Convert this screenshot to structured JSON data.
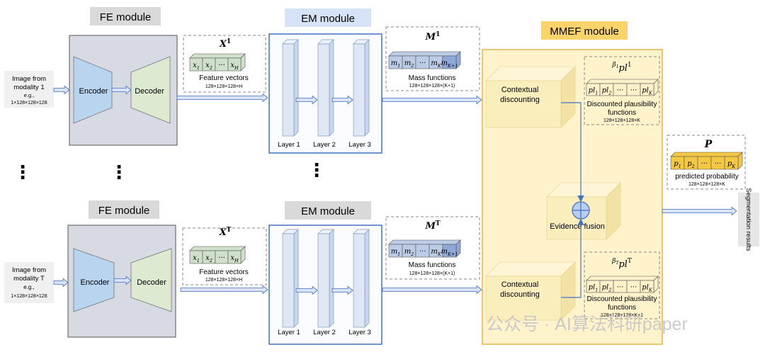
{
  "modules": {
    "fe_label": "FE module",
    "em_label": "EM module",
    "mmef_label": "MMEF module"
  },
  "branches": [
    {
      "input_title_1": "Image from",
      "input_title_2": "modality 1",
      "input_eg": "e.g.,",
      "input_dims": "1×128×128×128",
      "encoder": "Encoder",
      "decoder": "Decoder",
      "feature_symbol": "X",
      "feature_sup": "1",
      "feature_cells": [
        "x",
        "x",
        "···",
        "x"
      ],
      "feature_subs": [
        "1",
        "2",
        "",
        "H"
      ],
      "feature_caption": "Feature vectors",
      "feature_dims": "128×128×128×H",
      "layers": [
        "Layer 1",
        "Layer 2",
        "Layer 3"
      ],
      "mass_symbol": "M",
      "mass_sup": "1",
      "mass_cells": [
        "m",
        "m",
        "···",
        "m",
        "m"
      ],
      "mass_subs": [
        "1",
        "2",
        "",
        "K",
        "K+1"
      ],
      "mass_caption": "Mass functions",
      "mass_dims": "128×128×128×(K+1)",
      "ctx_line1": "Contextual",
      "ctx_line2": "discounting",
      "pl_symbol_pre": "β",
      "pl_symbol_pre_sub": "1",
      "pl_symbol": "pl",
      "pl_sup": "1",
      "pl_cells": [
        "pl",
        "pl",
        "···",
        "···",
        "pl"
      ],
      "pl_subs": [
        "1",
        "2",
        "",
        "",
        "K"
      ],
      "pl_caption_1": "Discounted plausibility",
      "pl_caption_2": "functions",
      "pl_dims": "128×128×128×K"
    },
    {
      "input_title_1": "Image from",
      "input_title_2": "modality T",
      "input_eg": "e.g.,",
      "input_dims": "1×128×128×128",
      "encoder": "Encoder",
      "decoder": "Decoder",
      "feature_symbol": "X",
      "feature_sup": "T",
      "feature_cells": [
        "x",
        "x",
        "···",
        "x"
      ],
      "feature_subs": [
        "1",
        "2",
        "",
        "H"
      ],
      "feature_caption": "Feature vectors",
      "feature_dims": "128×128×128×H",
      "layers": [
        "Layer 1",
        "Layer 2",
        "Layer 3"
      ],
      "mass_symbol": "M",
      "mass_sup": "T",
      "mass_cells": [
        "m",
        "m",
        "···",
        "m",
        "m"
      ],
      "mass_subs": [
        "1",
        "2",
        "",
        "K",
        "K+1"
      ],
      "mass_caption": "Mass functions",
      "mass_dims": "128×128×128×(K+1)",
      "ctx_line1": "Contextual",
      "ctx_line2": "discounting",
      "pl_symbol_pre": "β",
      "pl_symbol_pre_sub": "T",
      "pl_symbol": "pl",
      "pl_sup": "T",
      "pl_cells": [
        "pl",
        "pl",
        "···",
        "···",
        "pl"
      ],
      "pl_subs": [
        "1",
        "2",
        "",
        "",
        "K"
      ],
      "pl_caption_1": "Discounted plausibility",
      "pl_caption_2": "functions",
      "pl_dims": "128×128×128×K+1"
    }
  ],
  "fusion_label": "Evidence fusion",
  "probability": {
    "symbol": "P",
    "cells": [
      "p",
      "p",
      "···",
      "···",
      "p"
    ],
    "subs": [
      "1",
      "2",
      "",
      "",
      "K"
    ],
    "caption": "predicted probability",
    "dims": "128×128×128×K"
  },
  "output_label": "Segmentation results",
  "ellipsis": "⋮",
  "watermark": "公众号 · AI算法科研paper",
  "colors": {
    "fe_bg": "#d7dae3",
    "encoder": "#b8d4ef",
    "decoder": "#dde9d0",
    "em_border": "#4472c4",
    "em_header": "#d6e2f5",
    "layer": "#dfe7f4",
    "feature_cell": "#cfe0cb",
    "mass_cell": "#bccbe6",
    "mass_cell_last": "#8ea8d8",
    "mmef_bg": "#fff3cc",
    "mmef_border": "#e2b64a",
    "mmef_header": "#fbd36b",
    "cube": "#fbeebd",
    "pl_cell": "#fdf1c9",
    "prob_cell": "#f5c842",
    "arrow_fill": "#d9e3f3",
    "arrow_stroke": "#4472c4"
  }
}
